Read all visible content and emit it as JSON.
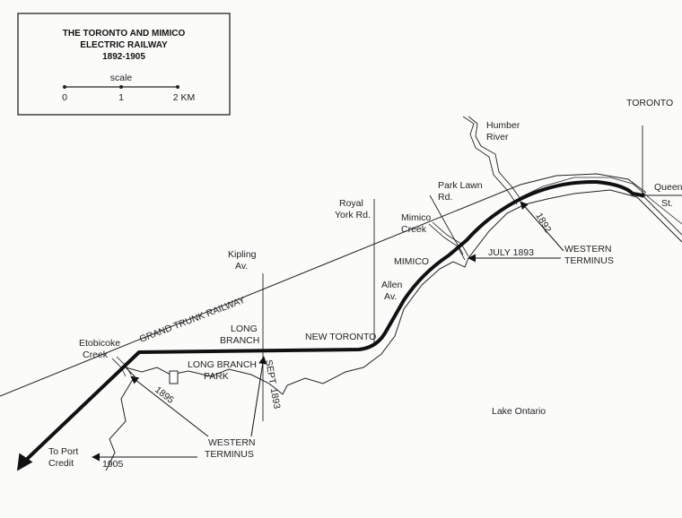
{
  "legend": {
    "title_line1": "THE TORONTO AND MIMICO",
    "title_line2": "ELECTRIC RAILWAY",
    "years": "1892-1905",
    "scale_label": "scale",
    "scale_ticks": [
      "0",
      "1",
      "2 KM"
    ]
  },
  "labels": {
    "toronto": "TORONTO",
    "humber1": "Humber",
    "humber2": "River",
    "parklawn1": "Park Lawn",
    "parklawn2": "Rd.",
    "queen1": "Queen",
    "queen2": "St.",
    "royalyork1": "Royal",
    "royalyork2": "York Rd.",
    "mimicocreek1": "Mimico",
    "mimicocreek2": "Creek",
    "mimico": "MIMICO",
    "july1893": "JULY 1893",
    "y1892": "1892",
    "wt1a": "WESTERN",
    "wt1b": "TERMINUS",
    "kipling1": "Kipling",
    "kipling2": "Av.",
    "allen1": "Allen",
    "allen2": "Av.",
    "grandtrunk": "GRAND TRUNK RAILWAY",
    "longbranch1": "LONG",
    "longbranch2": "BRANCH",
    "newtoronto": "NEW TORONTO",
    "etobicoke1": "Etobicoke",
    "etobicoke2": "Creek",
    "lbpark1": "LONG BRANCH",
    "lbpark2": "PARK",
    "sept1893": "SEPT. 1893",
    "y1895": "1895",
    "lake": "Lake Ontario",
    "wt2a": "WESTERN",
    "wt2b": "TERMINUS",
    "portcredit1": "To Port",
    "portcredit2": "Credit",
    "y1905": "1905"
  }
}
